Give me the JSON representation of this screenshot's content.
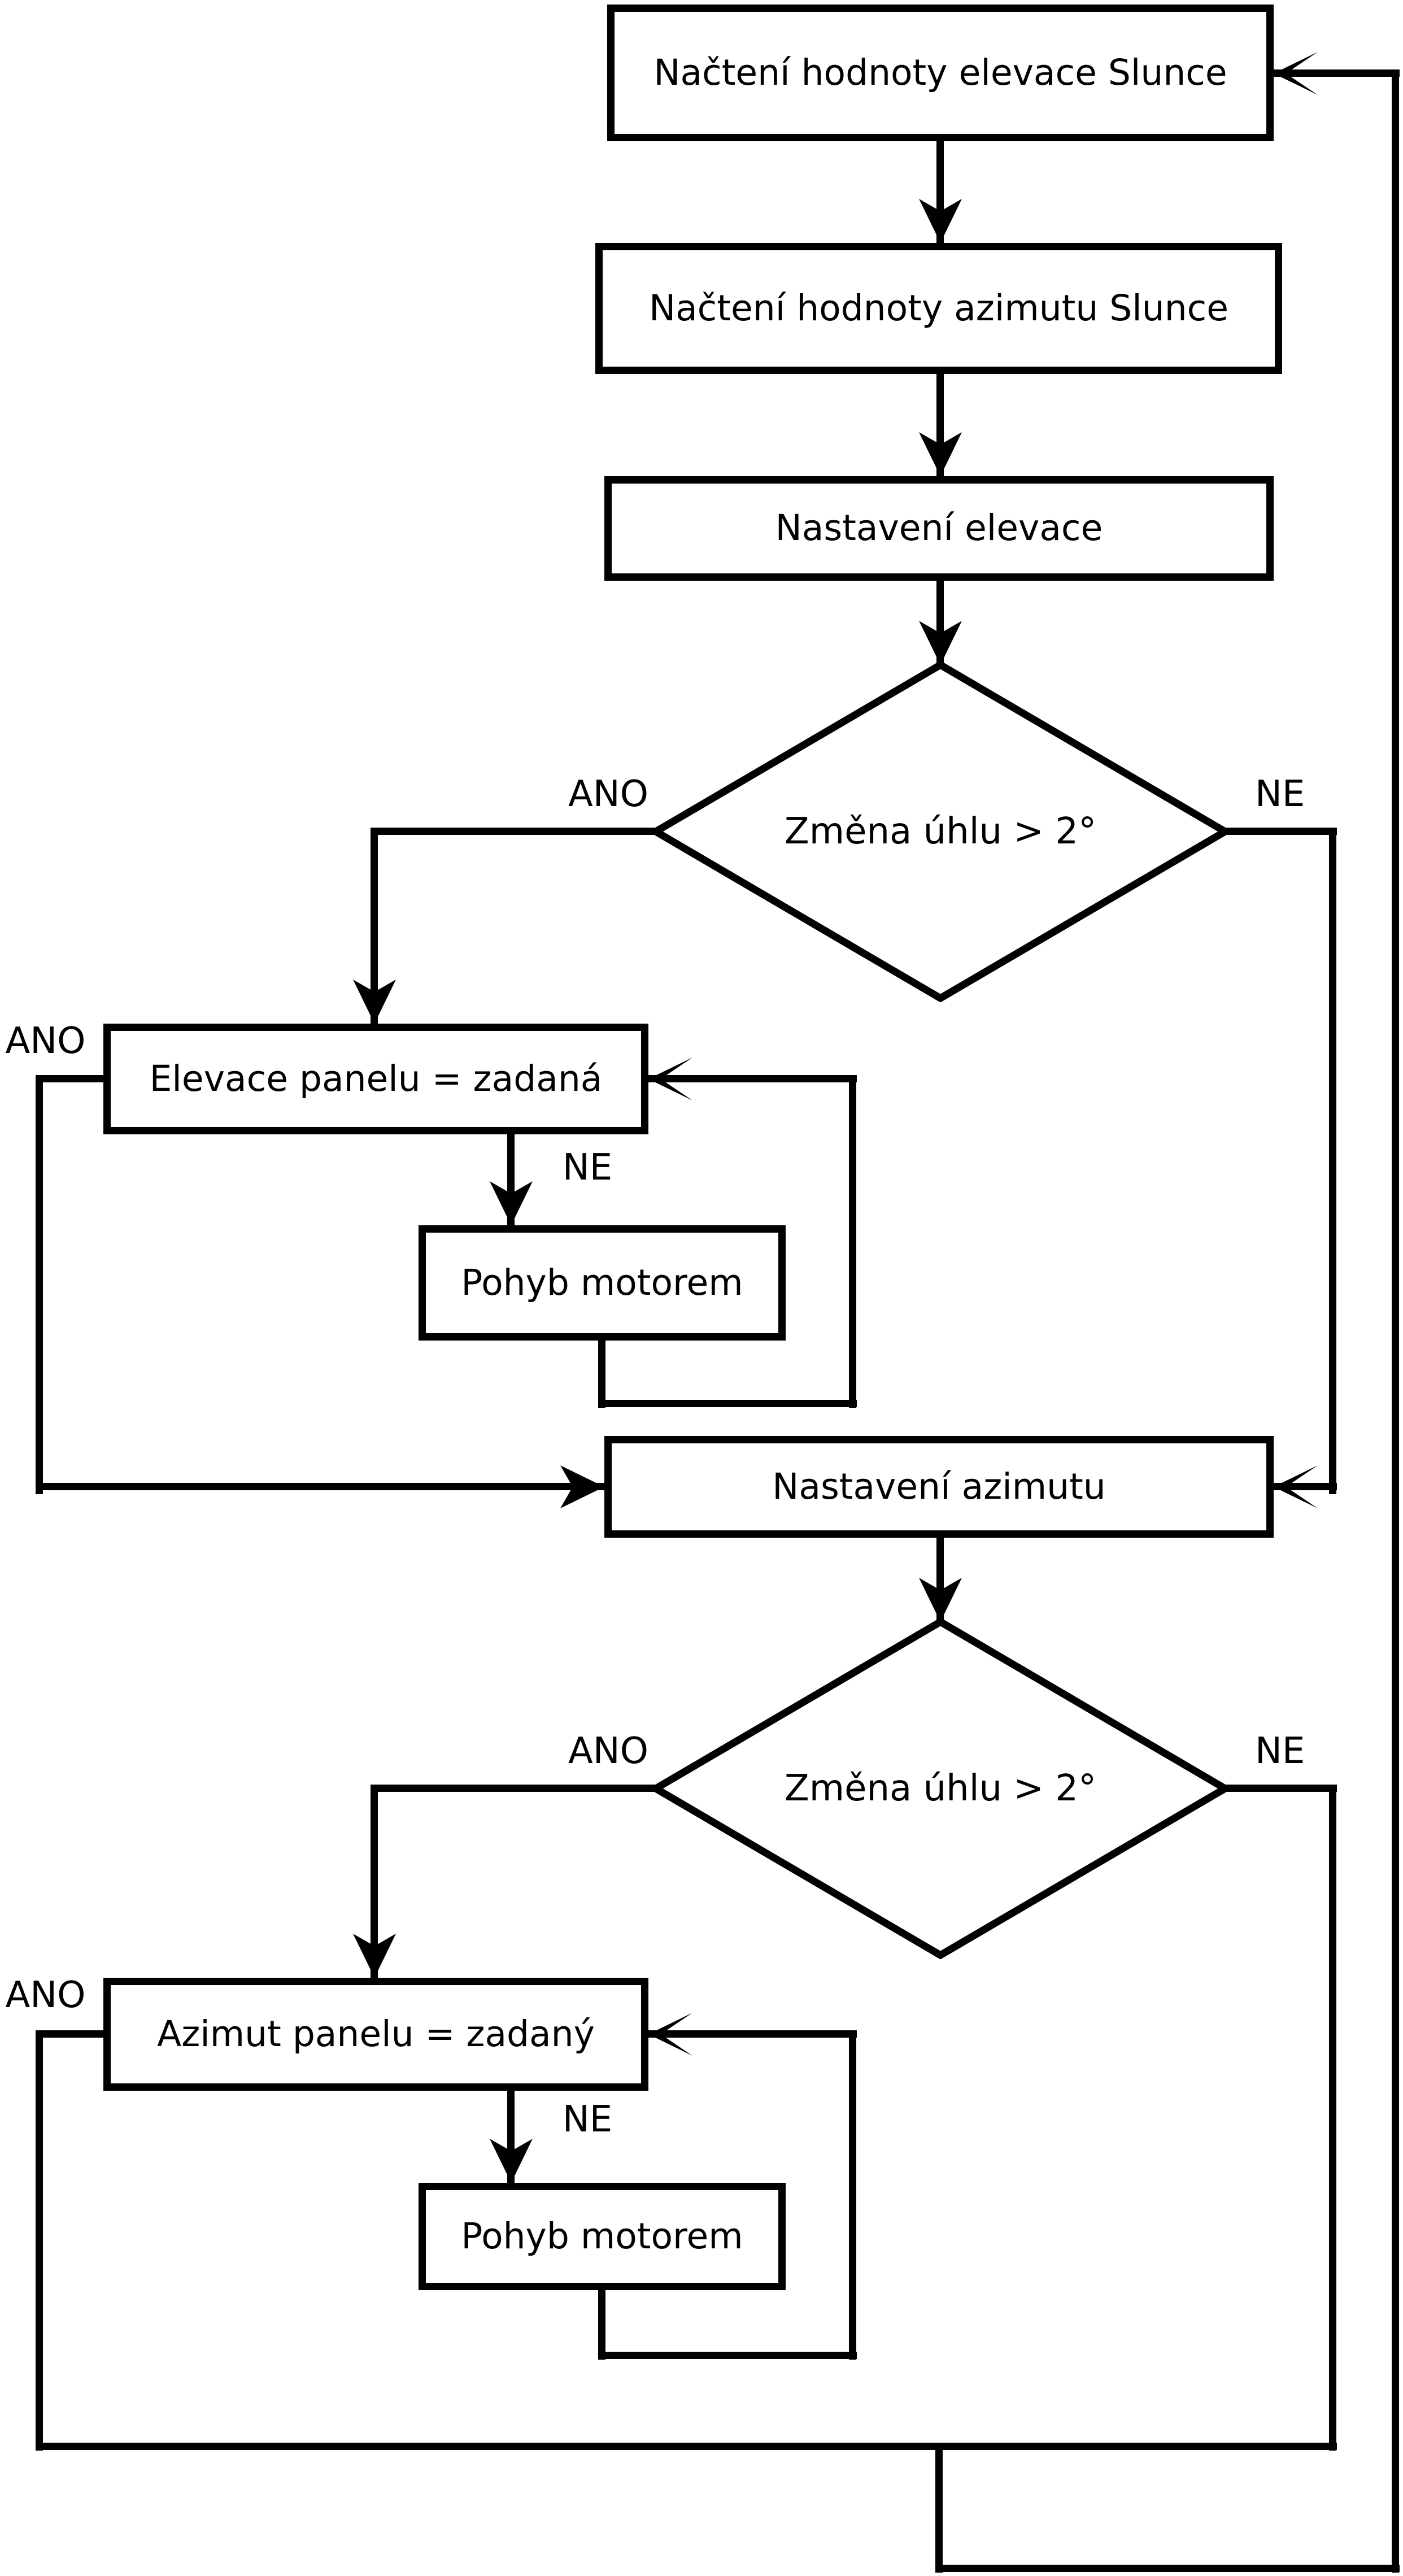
{
  "diagram": {
    "type": "flowchart",
    "language": "cs",
    "colors": {
      "ink": "#000000",
      "paper": "#ffffff"
    },
    "nodes": {
      "load_elevation": "Načtení hodnoty elevace Slunce",
      "load_azimuth": "Načtení hodnoty azimutu Slunce",
      "set_elevation": "Nastavení elevace",
      "decision_elevation": "Změna úhlu > 2°",
      "elevation_equals": "Elevace panelu = zadaná",
      "motor_elevation": "Pohyb motorem",
      "set_azimuth": "Nastavení azimutu",
      "decision_azimuth": "Změna úhlu > 2°",
      "azimuth_equals": "Azimut panelu = zadaný",
      "motor_azimuth": "Pohyb motorem"
    },
    "branches": {
      "d1_ano": "ANO",
      "d1_ne": "NE",
      "elev_box_ano": "ANO",
      "elev_box_ne": "NE",
      "d2_ano": "ANO",
      "d2_ne": "NE",
      "azim_box_ano": "ANO",
      "azim_box_ne": "NE"
    }
  }
}
